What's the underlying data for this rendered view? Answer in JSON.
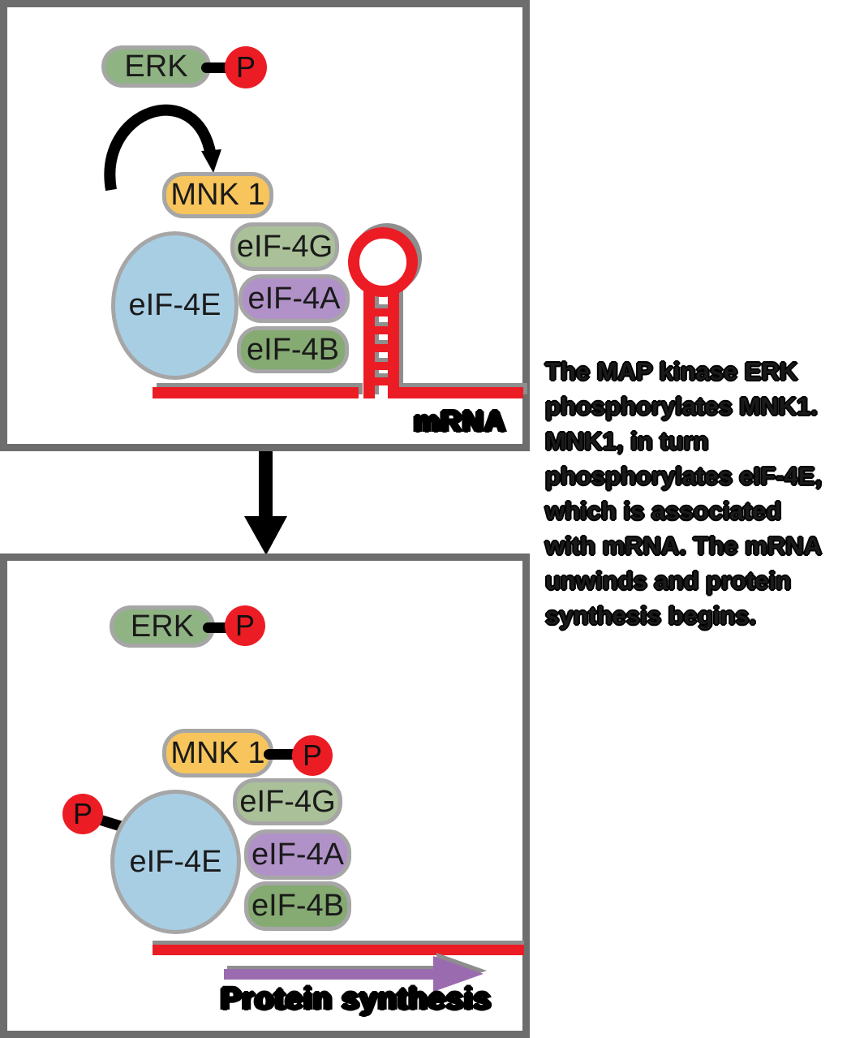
{
  "colors": {
    "box_border": "#6d6d6d",
    "shape_outline": "#a6a6a6",
    "erk_green": "#8fb383",
    "phosphate_red": "#ec1c24",
    "mnk1_yellow": "#f7c55c",
    "eif4g_sage": "#a9c098",
    "eif4e_blue": "#a8cee4",
    "eif4a_purple": "#b092c8",
    "eif4b_green": "#85aa72",
    "mrna_red": "#ec1c24",
    "arrow_purple": "#9b6bb0",
    "text_black": "#1a1a1a"
  },
  "panel_top": {
    "erk_label": "ERK",
    "phosphate_label": "P",
    "mnk1_label": "MNK 1",
    "eif4g_label": "eIF-4G",
    "eif4e_label": "eIF-4E",
    "eif4a_label": "eIF-4A",
    "eif4b_label": "eIF-4B",
    "mrna_label": "mRNA"
  },
  "panel_bottom": {
    "erk_label": "ERK",
    "phosphate_label": "P",
    "mnk1_label": "MNK 1",
    "eif4g_label": "eIF-4G",
    "eif4e_label": "eIF-4E",
    "eif4a_label": "eIF-4A",
    "eif4b_label": "eIF-4B",
    "protein_synthesis_label": "Protein synthesis"
  },
  "caption": {
    "lines": [
      "The MAP kinase ERK",
      "phosphorylates MNK1.",
      "MNK1, in turn",
      "phosphorylates eIF-4E,",
      "which is associated",
      "with mRNA. The mRNA",
      "unwinds and protein",
      "synthesis begins."
    ]
  }
}
